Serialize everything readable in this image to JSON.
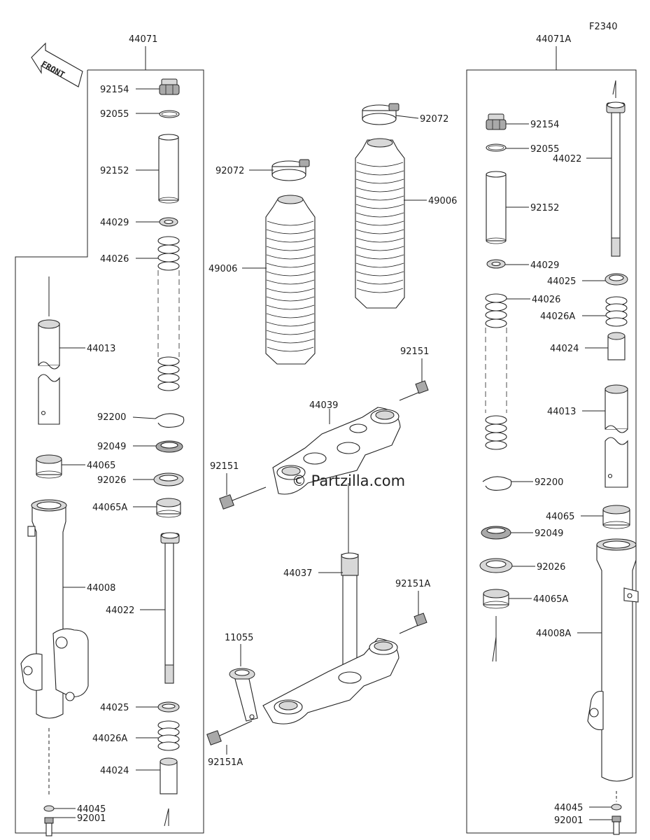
{
  "diagram": {
    "figure_code": "F2340",
    "watermark": "© Partzilla.com",
    "front_arrow_label": "FRONT",
    "assemblies": {
      "left": "44071",
      "right": "44071A"
    },
    "labels": [
      {
        "id": "l-92154",
        "text": "92154"
      },
      {
        "id": "l-92055",
        "text": "92055"
      },
      {
        "id": "l-92152",
        "text": "92152"
      },
      {
        "id": "l-44029",
        "text": "44029"
      },
      {
        "id": "l-44026",
        "text": "44026"
      },
      {
        "id": "l-44013",
        "text": "44013"
      },
      {
        "id": "l-92200",
        "text": "92200"
      },
      {
        "id": "l-92049",
        "text": "92049"
      },
      {
        "id": "l-44065",
        "text": "44065"
      },
      {
        "id": "l-92026",
        "text": "92026"
      },
      {
        "id": "l-44065A",
        "text": "44065A"
      },
      {
        "id": "l-44008",
        "text": "44008"
      },
      {
        "id": "l-44022",
        "text": "44022"
      },
      {
        "id": "l-44025",
        "text": "44025"
      },
      {
        "id": "l-44026A",
        "text": "44026A"
      },
      {
        "id": "l-44024",
        "text": "44024"
      },
      {
        "id": "l-44045",
        "text": "44045"
      },
      {
        "id": "l-92001",
        "text": "92001"
      },
      {
        "id": "c-92072a",
        "text": "92072"
      },
      {
        "id": "c-92072b",
        "text": "92072"
      },
      {
        "id": "c-49006a",
        "text": "49006"
      },
      {
        "id": "c-49006b",
        "text": "49006"
      },
      {
        "id": "c-92151a",
        "text": "92151"
      },
      {
        "id": "c-44039",
        "text": "44039"
      },
      {
        "id": "c-92151b",
        "text": "92151"
      },
      {
        "id": "c-44037",
        "text": "44037"
      },
      {
        "id": "c-92151A-a",
        "text": "92151A"
      },
      {
        "id": "c-11055",
        "text": "11055"
      },
      {
        "id": "c-92151A-b",
        "text": "92151A"
      },
      {
        "id": "r-92154",
        "text": "92154"
      },
      {
        "id": "r-92055",
        "text": "92055"
      },
      {
        "id": "r-44022",
        "text": "44022"
      },
      {
        "id": "r-92152",
        "text": "92152"
      },
      {
        "id": "r-44029",
        "text": "44029"
      },
      {
        "id": "r-44025",
        "text": "44025"
      },
      {
        "id": "r-44026",
        "text": "44026"
      },
      {
        "id": "r-44026A",
        "text": "44026A"
      },
      {
        "id": "r-44024",
        "text": "44024"
      },
      {
        "id": "r-44013",
        "text": "44013"
      },
      {
        "id": "r-92200",
        "text": "92200"
      },
      {
        "id": "r-44065",
        "text": "44065"
      },
      {
        "id": "r-92049",
        "text": "92049"
      },
      {
        "id": "r-92026",
        "text": "92026"
      },
      {
        "id": "r-44065A",
        "text": "44065A"
      },
      {
        "id": "r-44008A",
        "text": "44008A"
      },
      {
        "id": "r-44045",
        "text": "44045"
      },
      {
        "id": "r-92001",
        "text": "92001"
      }
    ]
  }
}
